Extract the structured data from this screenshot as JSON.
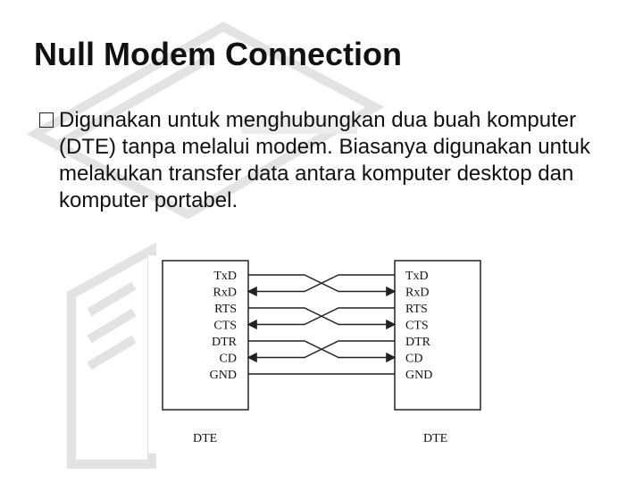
{
  "slide": {
    "title": "Null Modem Connection",
    "bullet": "Digunakan untuk menghubungkan dua buah komputer (DTE) tanpa melalui modem. Biasanya digunakan untuk melakukan transfer data antara komputer desktop dan komputer portabel."
  },
  "diagram": {
    "left_signals": [
      "TxD",
      "RxD",
      "RTS",
      "CTS",
      "DTR",
      "CD",
      "GND"
    ],
    "right_signals": [
      "TxD",
      "RxD",
      "RTS",
      "CTS",
      "DTR",
      "CD",
      "GND"
    ],
    "left_label": "DTE",
    "right_label": "DTE",
    "connections": [
      {
        "from": "TxD",
        "to": "RxD",
        "arrow": "right"
      },
      {
        "from": "RxD",
        "to": "TxD",
        "arrow": "left"
      },
      {
        "from": "RTS",
        "to": "CTS",
        "arrow": "right"
      },
      {
        "from": "CTS",
        "to": "RTS",
        "arrow": "left"
      },
      {
        "from": "DTR",
        "to": "CD",
        "arrow": "right"
      },
      {
        "from": "CD",
        "to": "DTR",
        "arrow": "left"
      },
      {
        "from": "GND",
        "to": "GND",
        "arrow": "none"
      }
    ]
  },
  "colors": {
    "text": "#111111",
    "line": "#222222",
    "bg_art": "#d9d9d9"
  }
}
